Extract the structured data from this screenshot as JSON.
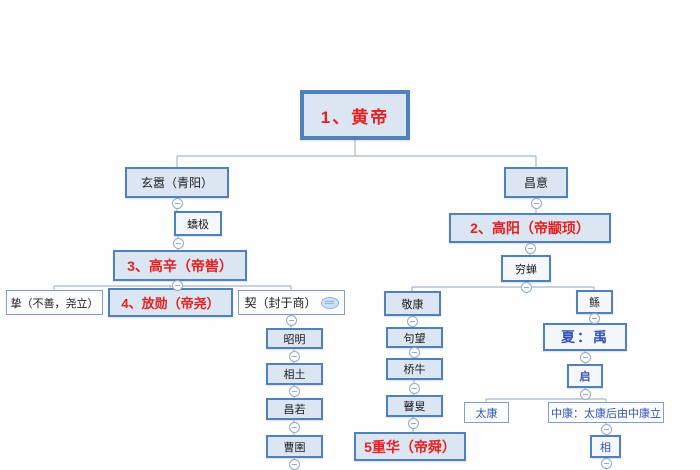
{
  "colors": {
    "node_border": "#4f81bd",
    "node_fill": "#dce6f2",
    "node_fill_plain": "#fcfdfe",
    "red_text": "#e52020",
    "blue_text": "#3353b7",
    "black_text": "#1c1c1c",
    "connector_line": "#a9b7cb"
  },
  "icons": {
    "note": "note-icon",
    "collapse_toggle": "collapse-toggle-icon"
  },
  "diagram": {
    "type": "family-tree-mindmap",
    "nodes": {
      "huangdi": {
        "label": "1、黄帝"
      },
      "xuanxiao": {
        "label": "玄嚣（青阳）"
      },
      "changyi": {
        "label": "昌意"
      },
      "jiaoji": {
        "label": "蟜极"
      },
      "gaoyang": {
        "label": "2、高阳（帝颛顼）"
      },
      "gaoxin": {
        "label": "3、高辛（帝喾）"
      },
      "qiongchan": {
        "label": "穷蝉"
      },
      "zhi": {
        "label": "挚（不善，尧立）"
      },
      "fangxun": {
        "label": "4、放勋（帝尧）"
      },
      "xie": {
        "label": "契（封于商）"
      },
      "jingkang": {
        "label": "敬康"
      },
      "gun": {
        "label": "鲧"
      },
      "zhaoming": {
        "label": "昭明"
      },
      "xiangtu": {
        "label": "相土"
      },
      "changruo": {
        "label": "昌若"
      },
      "caoyu": {
        "label": "曹圉"
      },
      "juwang": {
        "label": "句望"
      },
      "qiaoniu": {
        "label": "桥牛"
      },
      "gusou": {
        "label": "瞽叟"
      },
      "xiayu": {
        "label": "夏：禹"
      },
      "qikai": {
        "label": "启"
      },
      "taikang": {
        "label": "太康"
      },
      "zhongkang": {
        "label": "中康：太康后由中康立"
      },
      "chonghua": {
        "label": "5重华（帝舜）"
      },
      "xiang": {
        "label": "相"
      }
    },
    "edges": [
      [
        "huangdi",
        "xuanxiao"
      ],
      [
        "huangdi",
        "changyi"
      ],
      [
        "xuanxiao",
        "jiaoji"
      ],
      [
        "jiaoji",
        "gaoxin"
      ],
      [
        "gaoxin",
        "zhi"
      ],
      [
        "gaoxin",
        "fangxun"
      ],
      [
        "gaoxin",
        "xie"
      ],
      [
        "xie",
        "zhaoming"
      ],
      [
        "zhaoming",
        "xiangtu"
      ],
      [
        "xiangtu",
        "changruo"
      ],
      [
        "changruo",
        "caoyu"
      ],
      [
        "changyi",
        "gaoyang"
      ],
      [
        "gaoyang",
        "qiongchan"
      ],
      [
        "qiongchan",
        "jingkang"
      ],
      [
        "qiongchan",
        "gun"
      ],
      [
        "jingkang",
        "juwang"
      ],
      [
        "juwang",
        "qiaoniu"
      ],
      [
        "qiaoniu",
        "gusou"
      ],
      [
        "gusou",
        "chonghua"
      ],
      [
        "gun",
        "xiayu"
      ],
      [
        "xiayu",
        "qikai"
      ],
      [
        "qikai",
        "taikang"
      ],
      [
        "qikai",
        "zhongkang"
      ],
      [
        "zhongkang",
        "xiang"
      ]
    ]
  }
}
